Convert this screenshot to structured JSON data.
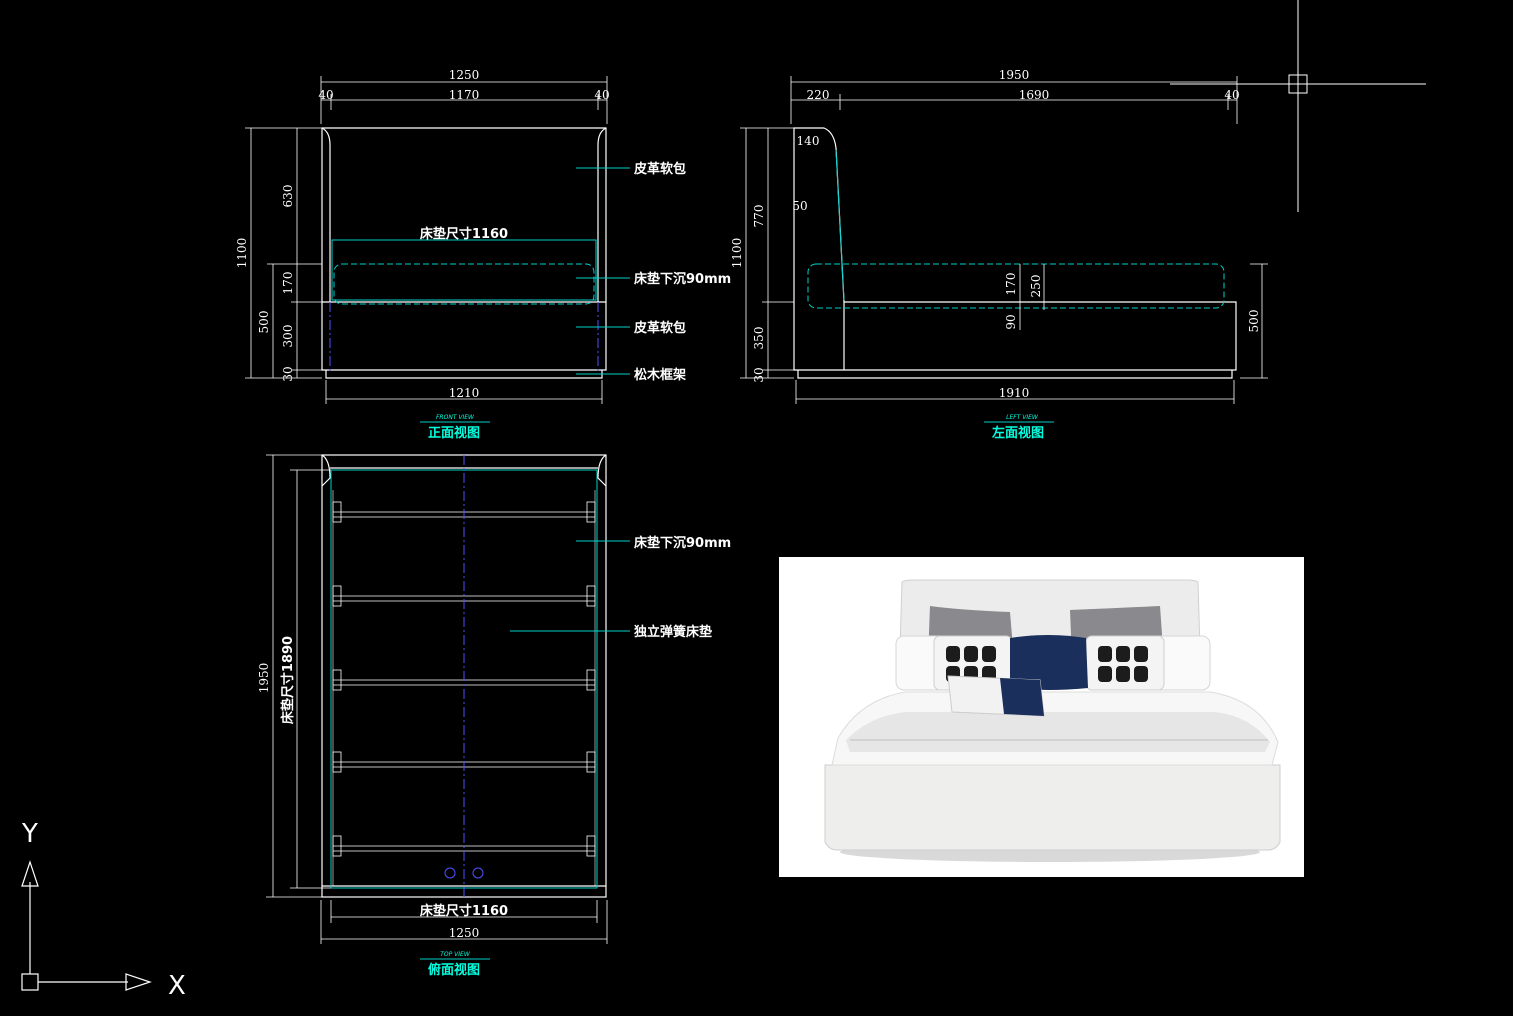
{
  "front_view": {
    "title": "正面视图",
    "subtitle": "FRONT VIEW",
    "top_dims": {
      "overall": "1250",
      "left": "40",
      "middle": "1170",
      "right": "40"
    },
    "bottom_dim": "1210",
    "left_dims": {
      "overall": "1100",
      "seg_630": "630",
      "seg_170": "170",
      "seg_500": "500",
      "seg_300": "300",
      "seg_30": "30"
    },
    "mattress_label": "床垫尺寸1160",
    "notes": [
      "皮革软包",
      "床垫下沉90mm",
      "皮革软包",
      "松木框架"
    ]
  },
  "left_view": {
    "title": "左面视图",
    "subtitle": "LEFT VIEW",
    "top_dims": {
      "overall": "1950",
      "left": "220",
      "middle": "1690",
      "right": "40"
    },
    "bottom_dim": "1910",
    "inner_dims": {
      "d140": "140",
      "d50": "50",
      "d170": "170",
      "d250": "250",
      "d90": "90"
    },
    "left_dims": {
      "overall": "1100",
      "seg_770": "770",
      "seg_350": "350",
      "seg_30": "30"
    },
    "right_dim": "500"
  },
  "top_view": {
    "title": "俯面视图",
    "subtitle": "TOP VIEW",
    "left_dims": {
      "overall": "1950",
      "mattress": "床垫尺寸1890"
    },
    "bottom_dims": {
      "mattress": "床垫尺寸1160",
      "overall": "1250"
    },
    "notes": [
      "床垫下沉90mm",
      "独立弹簧床垫"
    ]
  },
  "ucs": {
    "x_label": "X",
    "y_label": "Y"
  },
  "colors": {
    "background": "#000000",
    "line": "#ffffff",
    "cyan": "#00d0c8",
    "title": "#00ffe0",
    "center": "#5050ff"
  },
  "photo": {
    "icon": "bed-render-image"
  }
}
